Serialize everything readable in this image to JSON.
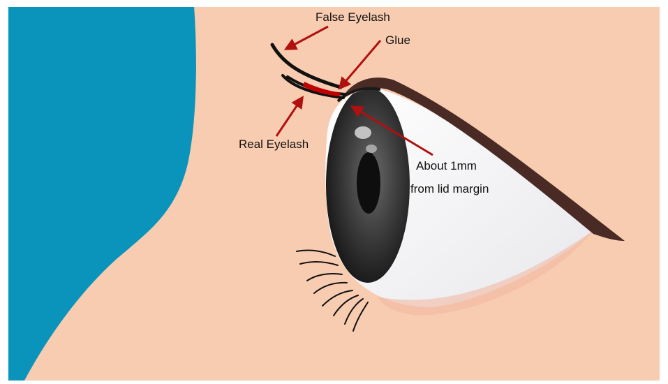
{
  "labels": {
    "false_eyelash": "False Eyelash",
    "glue": "Glue",
    "real_eyelash": "Real Eyelash",
    "distance_line1": "About 1mm",
    "distance_line2": "from lid margin"
  },
  "colors": {
    "background": "#0a93bb",
    "skin": "#f8ccb0",
    "arrow": "#b01010",
    "glue": "#c00000",
    "lid_line": "#4a2a24",
    "iris": "#2a2a2a",
    "sclera": "#ffffff",
    "lash": "#111111"
  }
}
